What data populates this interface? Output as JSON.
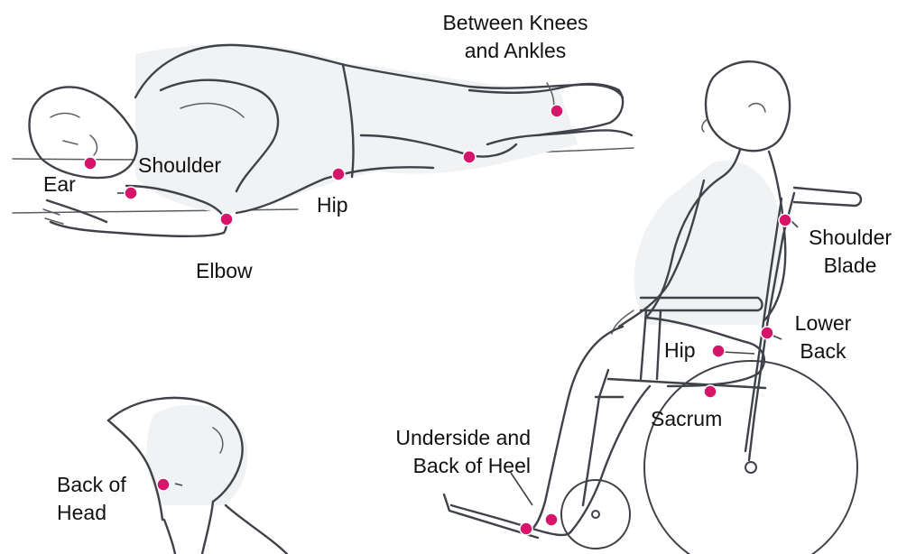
{
  "marker_color": "#d6156a",
  "lying_figure": {
    "labels": {
      "between_knees_ankles": "Between Knees\nand Ankles",
      "shoulder": "Shoulder",
      "ear": "Ear",
      "hip": "Hip",
      "elbow": "Elbow"
    }
  },
  "seated_figure": {
    "labels": {
      "shoulder_blade": "Shoulder\nBlade",
      "lower_back": "Lower\nBack",
      "hip": "Hip",
      "sacrum": "Sacrum",
      "heel": "Underside and\nBack of Heel"
    }
  },
  "supine_figure": {
    "labels": {
      "back_of_head": "Back of\nHead"
    }
  }
}
